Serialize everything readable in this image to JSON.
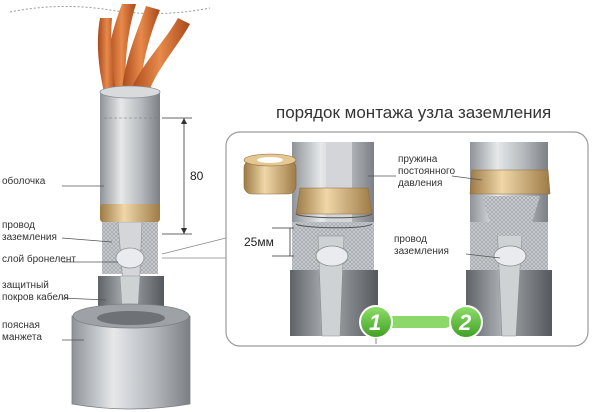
{
  "title": "порядок монтажа узла заземления",
  "dimensions": {
    "sheath_length": "80",
    "band_gap": "25мм"
  },
  "left_labels": {
    "sheath": "оболочка",
    "ground_wire_line1": "провод",
    "ground_wire_line2": "заземления",
    "armor_layer": "слой бронелент",
    "cable_cover_line1": "защитный",
    "cable_cover_line2": "покров кабеля",
    "cuff_line1": "поясная",
    "cuff_line2": "манжета"
  },
  "right_labels": {
    "spring_line1": "пружина",
    "spring_line2": "постоянного",
    "spring_line3": "давления",
    "ground_wire_line1": "провод",
    "ground_wire_line2": "заземления"
  },
  "steps": [
    "1",
    "2"
  ],
  "colors": {
    "copper": "#c8642a",
    "sheath_gray": "#b8bcc0",
    "spring_gold": "#d6b27a",
    "arrow_green": "#5fbe3c",
    "panel_border": "#9a9a9a"
  }
}
